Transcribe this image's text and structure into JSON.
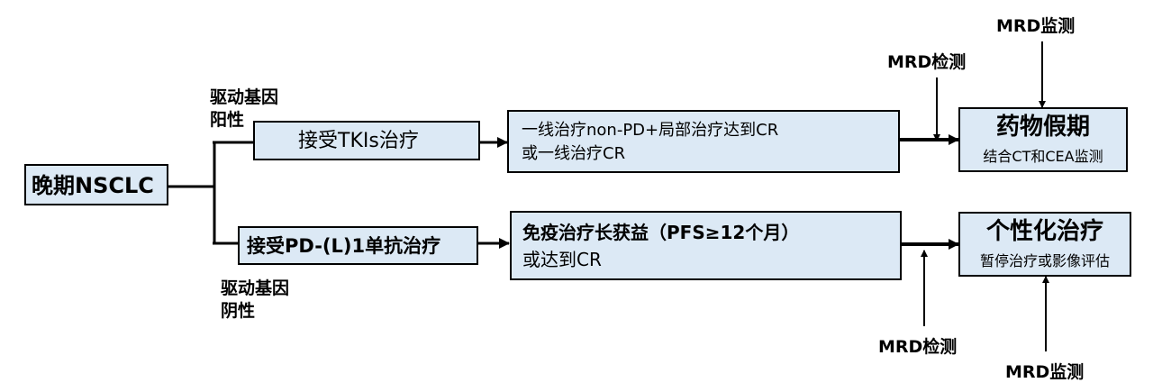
{
  "nodes": {
    "start": "晚期NSCLC",
    "tki": "接受TKIs治疗",
    "pd": "接受PD-(L)1单抗治疗",
    "cr1_line1": "一线治疗non-PD+局部治疗达到CR",
    "cr1_line2": "或一线治疗CR",
    "immune_line1": "免疫治疗长获益（PFS≥12个月）",
    "immune_line2": "或达到CR",
    "holiday_title": "药物假期",
    "holiday_sub": "结合CT和CEA监测",
    "personal_title": "个性化治疗",
    "personal_sub": "暂停治疗或影像评估"
  },
  "labels": {
    "pos_line1": "驱动基因",
    "pos_line2": "阳性",
    "neg_line1": "驱动基因",
    "neg_line2": "阴性"
  },
  "mrd": {
    "upper_monitor": "MRD监测",
    "upper_detect": "MRD检测",
    "lower_detect": "MRD检测",
    "lower_monitor": "MRD监测"
  }
}
